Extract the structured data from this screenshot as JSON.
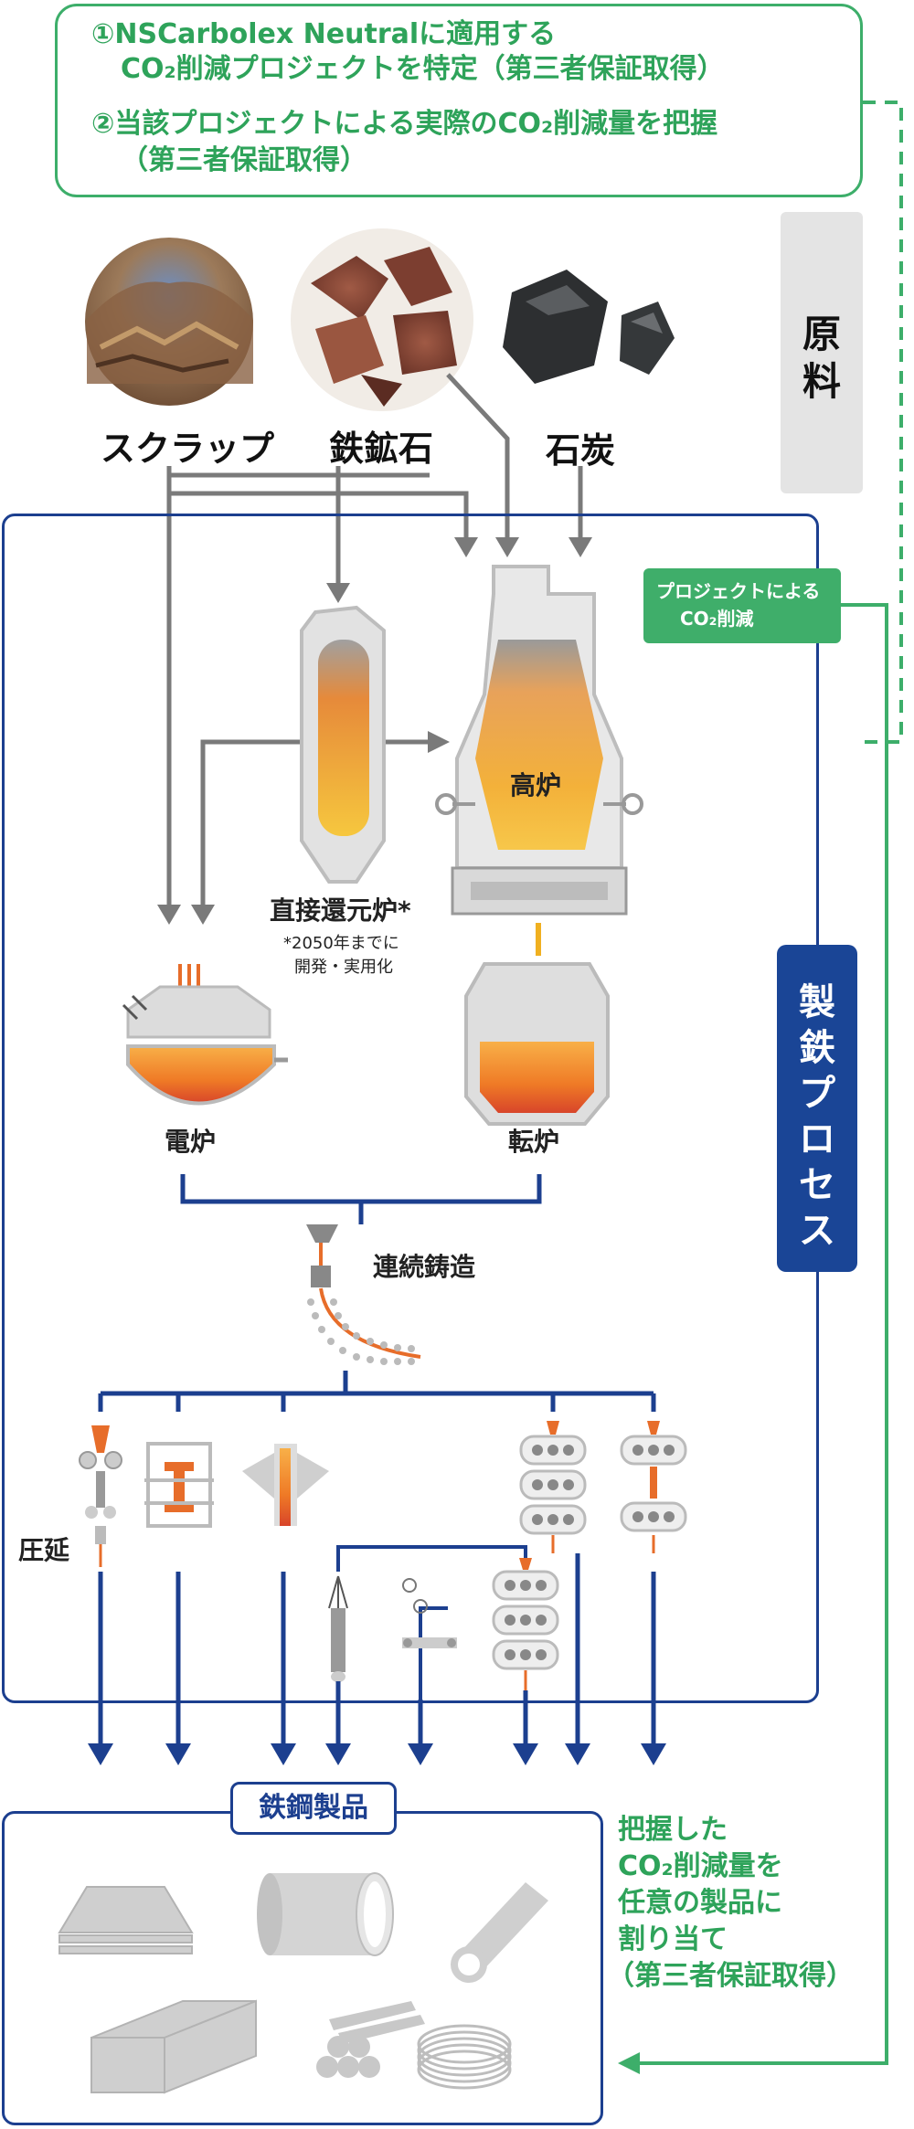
{
  "top_box": {
    "line1a": "①NSCarbolex Neutralに適用する",
    "line1b": "CO₂削減プロジェクトを特定（第三者保証取得）",
    "line2a": "②当該プロジェクトによる実際のCO₂削減量を把握",
    "line2b": "（第三者保証取得）"
  },
  "raw_materials": {
    "side_label_1": "原",
    "side_label_2": "料",
    "scrap": "スクラップ",
    "iron_ore": "鉄鉱石",
    "coal": "石炭"
  },
  "process": {
    "side_label": [
      "製",
      "鉄",
      "プ",
      "ロ",
      "セ",
      "ス"
    ],
    "reduction_box_line1": "プロジェクトによる",
    "reduction_box_line2": "CO₂削減",
    "direct_reduction": "直接還元炉*",
    "direct_reduction_note1": "*2050年までに",
    "direct_reduction_note2": "開発・実用化",
    "blast_furnace": "高炉",
    "electric_furnace": "電炉",
    "converter": "転炉",
    "continuous_casting": "連続鋳造",
    "rolling": "圧延"
  },
  "products": {
    "title": "鉄鋼製品"
  },
  "allocation": {
    "line1": "把握した",
    "line2": "CO₂削減量を",
    "line3": "任意の製品に",
    "line4": "割り当て",
    "line5": "（第三者保証取得）"
  },
  "colors": {
    "green": "#3dae6a",
    "navy": "#1c3f8f",
    "gray_arrow": "#777777",
    "orange": "#f08a24"
  }
}
